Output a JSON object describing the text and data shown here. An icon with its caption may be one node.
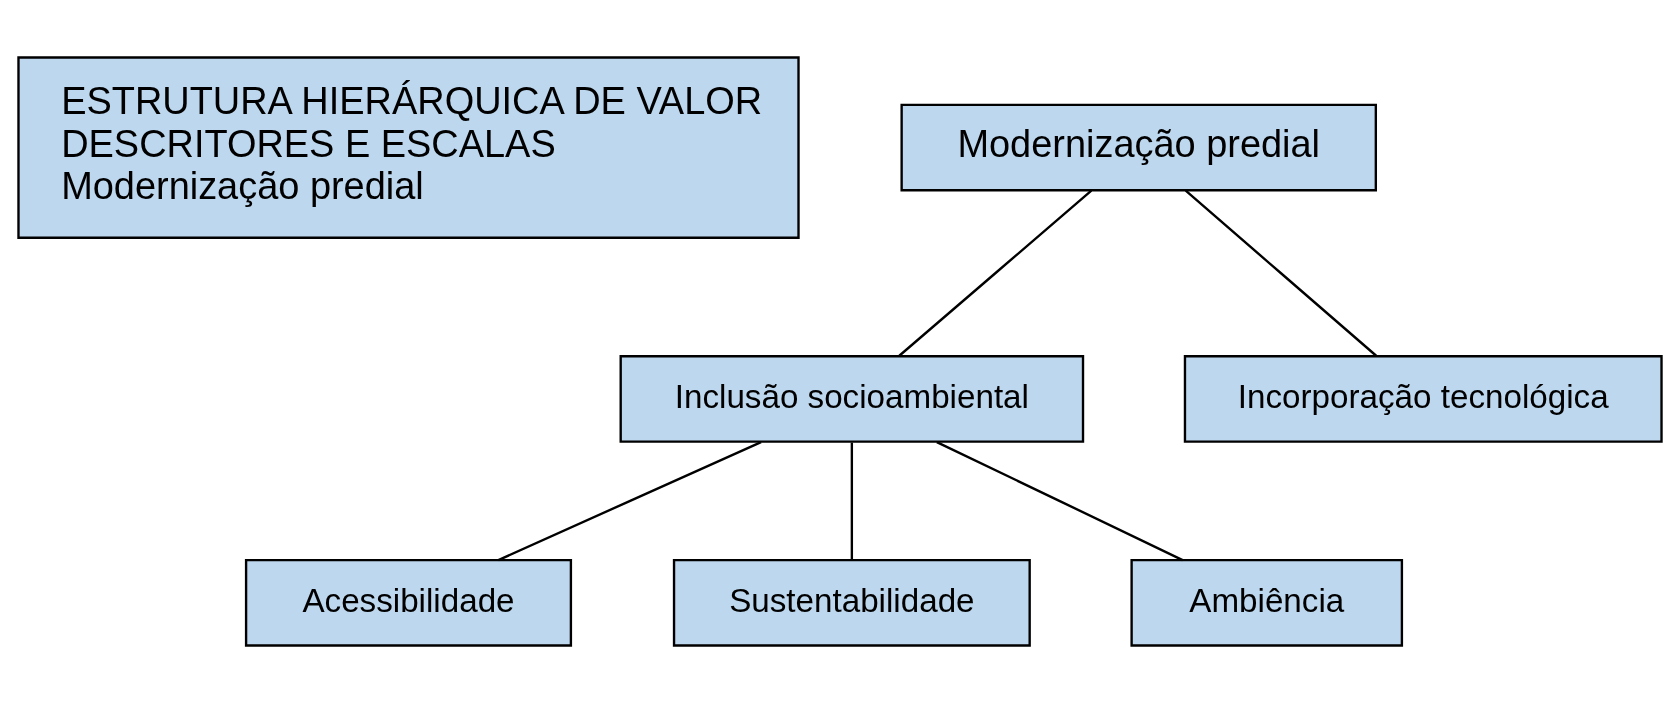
{
  "diagram": {
    "nodes": [
      {
        "text": [
          "ESTRUTURA HIERÁRQUICA DE VALOR",
          "DESCRITORES E ESCALAS",
          "Modernização predial"
        ]
      },
      {
        "text": [
          "Modernização predial"
        ]
      },
      {
        "text": [
          "Inclusão socioambiental"
        ]
      },
      {
        "text": [
          "Acessibilidade"
        ]
      },
      {
        "text": [
          "Sustentabilidade"
        ]
      },
      {
        "text": [
          "Ambiência"
        ]
      },
      {
        "text": [
          "Incorporação tecnológica"
        ]
      }
    ],
    "edges": [
      {
        "from": 1,
        "to": 2,
        "arrow": "none"
      },
      {
        "from": 1,
        "to": 6,
        "arrow": "none"
      },
      {
        "from": 2,
        "to": 3,
        "arrow": "none"
      },
      {
        "from": 2,
        "to": 4,
        "arrow": "none"
      },
      {
        "from": 2,
        "to": 5,
        "arrow": "none"
      }
    ]
  }
}
